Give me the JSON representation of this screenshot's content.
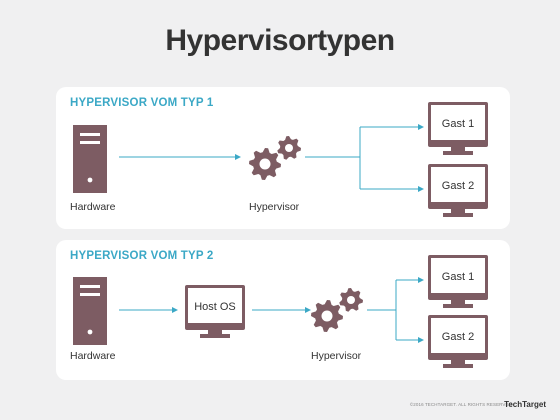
{
  "title": "Hypervisortypen",
  "colors": {
    "accent": "#3ba8c6",
    "shape": "#7d5c63",
    "line": "#3ba8c6",
    "text": "#333333"
  },
  "type1": {
    "heading": "HYPERVISOR VOM TYP 1",
    "hardware": "Hardware",
    "hypervisor": "Hypervisor",
    "guests": [
      "Gast 1",
      "Gast 2"
    ]
  },
  "type2": {
    "heading": "HYPERVISOR VOM TYP 2",
    "hardware": "Hardware",
    "host_os": "Host OS",
    "hypervisor": "Hypervisor",
    "guests": [
      "Gast 1",
      "Gast 2"
    ]
  },
  "footer": {
    "copyright": "©2016 TECHTARGET. ALL RIGHTS RESERVED",
    "logo": "TechTarget"
  }
}
